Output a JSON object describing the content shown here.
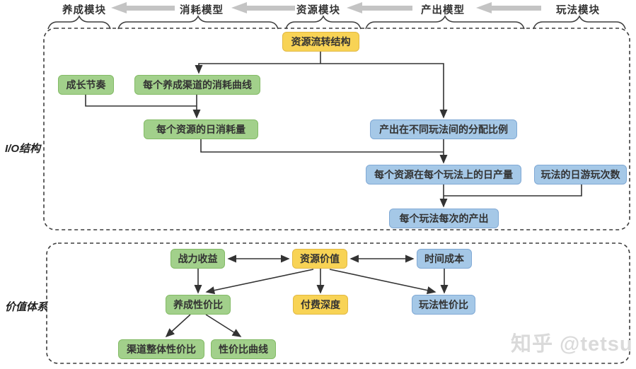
{
  "header": {
    "modules": [
      "养成模块",
      "消耗模型",
      "资源模块",
      "产出模型",
      "玩法模块"
    ],
    "flow_direction": "right-to-left"
  },
  "sections": {
    "io": {
      "label": "I/O结构"
    },
    "value": {
      "label": "价值体系"
    }
  },
  "nodes": {
    "resource_flow": "资源流转结构",
    "growth_rhythm": "成长节奏",
    "channel_consumption_curve": "每个养成渠道的消耗曲线",
    "resource_daily_consumption": "每个资源的日消耗量",
    "output_allocation_ratio": "产出在不同玩法间的分配比例",
    "resource_daily_output_per_gameplay": "每个资源在每个玩法上的日产量",
    "gameplay_daily_play_count": "玩法的日游玩次数",
    "gameplay_output_per_play": "每个玩法每次的产出",
    "combat_power_gain": "战力收益",
    "resource_value": "资源价值",
    "time_cost": "时间成本",
    "cultivation_cost_performance": "养成性价比",
    "payment_depth": "付费深度",
    "gameplay_cost_performance": "玩法性价比",
    "channel_overall_cost_performance": "渠道整体性价比",
    "cost_performance_curve": "性价比曲线"
  },
  "edges": [
    {
      "from": "resource_flow",
      "to": "channel_consumption_curve"
    },
    {
      "from": "resource_flow",
      "to": "output_allocation_ratio"
    },
    {
      "from": "growth_rhythm",
      "to": "resource_daily_consumption"
    },
    {
      "from": "channel_consumption_curve",
      "to": "resource_daily_consumption"
    },
    {
      "from": "resource_daily_consumption",
      "to": "resource_daily_output_per_gameplay"
    },
    {
      "from": "output_allocation_ratio",
      "to": "resource_daily_output_per_gameplay"
    },
    {
      "from": "resource_daily_output_per_gameplay",
      "to": "gameplay_output_per_play"
    },
    {
      "from": "gameplay_daily_play_count",
      "to": "gameplay_output_per_play"
    },
    {
      "from": "combat_power_gain",
      "to": "resource_value",
      "bidirectional": true
    },
    {
      "from": "resource_value",
      "to": "time_cost",
      "bidirectional": true
    },
    {
      "from": "combat_power_gain",
      "to": "cultivation_cost_performance"
    },
    {
      "from": "resource_value",
      "to": "cultivation_cost_performance"
    },
    {
      "from": "resource_value",
      "to": "payment_depth"
    },
    {
      "from": "resource_value",
      "to": "gameplay_cost_performance"
    },
    {
      "from": "time_cost",
      "to": "gameplay_cost_performance"
    },
    {
      "from": "cultivation_cost_performance",
      "to": "channel_overall_cost_performance"
    },
    {
      "from": "cultivation_cost_performance",
      "to": "cost_performance_curve"
    }
  ],
  "watermark": {
    "text": "知乎 @tetsu"
  },
  "colors": {
    "node_yellow": "#F8D355",
    "node_green": "#A2D08B",
    "node_blue": "#A5C8E7",
    "header_arrow_gray": "#C4C4C4",
    "connector_line": "#333333",
    "dashed_border": "#3D3D3D",
    "watermark_gray": "#DADADA"
  }
}
